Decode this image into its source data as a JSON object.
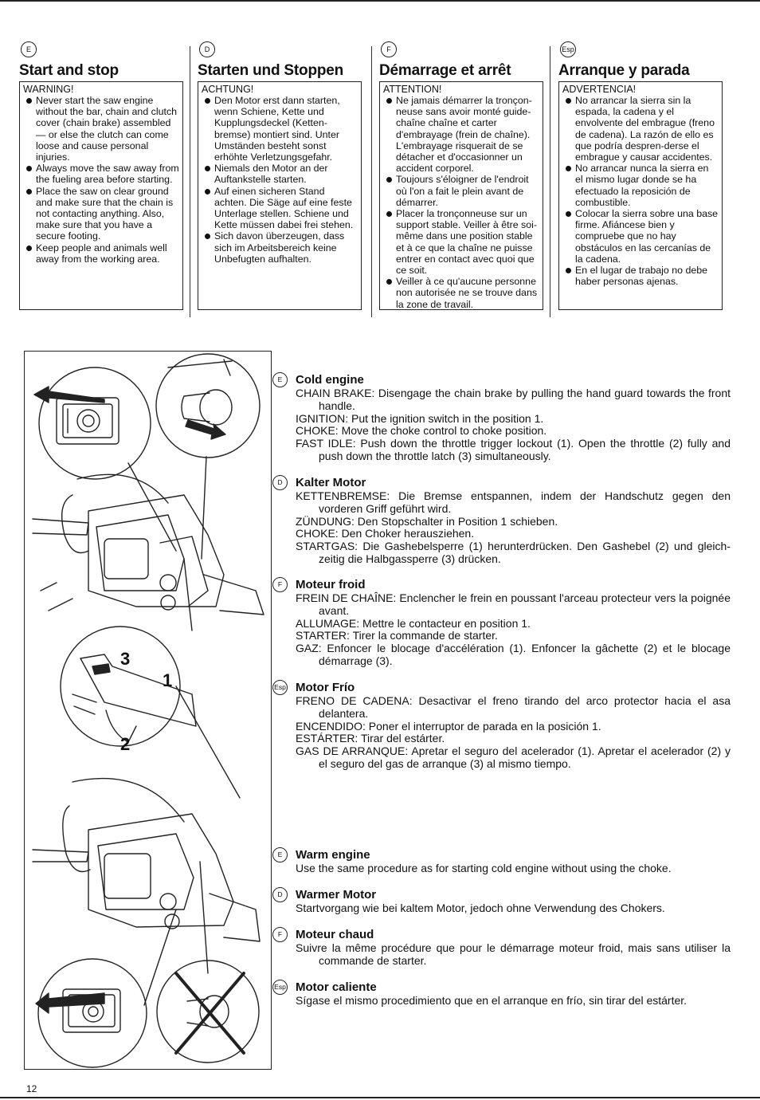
{
  "page_number": "12",
  "columns": [
    {
      "lang": "E",
      "title": "Start and stop",
      "warning_label": "WARNING!",
      "items": [
        "Never start the saw engine without the bar, chain and clutch cover (chain brake) assembled — or else the clutch can come loose and cause personal injuries.",
        "Always move the saw away from the fueling area before starting.",
        "Place the saw on clear ground and make sure that the chain is not contacting anything. Also, make sure that you have a secure footing.",
        "Keep people and animals well away from the working area."
      ]
    },
    {
      "lang": "D",
      "title": "Starten und Stoppen",
      "warning_label": "ACHTUNG!",
      "items": [
        "Den Motor erst dann starten, wenn Schiene, Kette und Kupplungsdeckel (Ketten-bremse) montiert sind. Unter Umständen besteht sonst erhöhte Verletzungsgefahr.",
        "Niemals den Motor an der Auftankstelle starten.",
        "Auf einen sicheren Stand achten. Die Säge auf eine feste Unterlage stellen. Schiene und Kette müssen dabei frei stehen.",
        "Sich davon überzeugen, dass sich im Arbeitsbereich keine Unbefugten aufhalten."
      ]
    },
    {
      "lang": "F",
      "title": "Démarrage et arrêt",
      "warning_label": "ATTENTION!",
      "items": [
        "Ne jamais démarrer la tronçon-neuse sans avoir monté guide-chaîne chaîne et carter d'embrayage (frein de chaîne). L'embrayage risquerait de se détacher et d'occasionner un accident corporel.",
        "Toujours s'éloigner de l'endroit où l'on a fait le plein avant de démarrer.",
        "Placer la tronçonneuse sur un support stable. Veiller à être soi-même dans une position stable et à ce que la chaîne ne puisse entrer en contact avec quoi que ce soit.",
        "Veiller à ce qu'aucune personne non autorisée ne se trouve dans la zone de travail."
      ]
    },
    {
      "lang": "Esp",
      "title": "Arranque y parada",
      "warning_label": "ADVERTENCIA!",
      "items": [
        "No arrancar la sierra sin la espada, la cadena y el envolvente del embrague (freno de cadena). La razón de ello es que podría despren-derse el embrague y causar accidentes.",
        "No arrancar nunca la sierra en el mismo lugar donde se ha efectuado la reposición de combustible.",
        "Colocar la sierra sobre una base firme. Afiáncese bien y compruebe que no hay obstáculos en las cercanías de la cadena.",
        "En el lugar de trabajo no debe haber personas ajenas."
      ]
    }
  ],
  "figure": {
    "labels": [
      "3",
      "1",
      "2"
    ]
  },
  "cold": [
    {
      "lang": "E",
      "title": "Cold engine",
      "lines": [
        "CHAIN BRAKE: Disengage the chain brake by pulling the hand guard towards the front handle.",
        "IGNITION: Put the ignition switch in the position 1.",
        "CHOKE: Move the choke control to choke position.",
        "FAST IDLE: Push down the throttle trigger lockout (1). Open the throttle (2) fully and push down the throttle latch (3) simultaneously."
      ]
    },
    {
      "lang": "D",
      "title": "Kalter Motor",
      "lines": [
        "KETTENBREMSE: Die Bremse entspannen, indem der Handschutz gegen den vorderen Griff geführt wird.",
        "ZÜNDUNG: Den Stopschalter in Position 1 schieben.",
        "CHOKE: Den Choker herausziehen.",
        "STARTGAS: Die Gashebelsperre (1) herunterdrücken. Den Gashebel (2) und gleich-zeitig die Halbgassperre (3) drücken."
      ]
    },
    {
      "lang": "F",
      "title": "Moteur froid",
      "lines": [
        "FREIN DE CHAÎNE: Enclencher le frein en poussant l'arceau protecteur vers la poignée avant.",
        "ALLUMAGE: Mettre le contacteur en position 1.",
        "STARTER: Tirer la commande de starter.",
        "GAZ: Enfoncer le blocage d'accélération (1). Enfoncer la gâchette (2) et le blocage démarrage (3)."
      ]
    },
    {
      "lang": "Esp",
      "title": "Motor Frío",
      "lines": [
        "FRENO DE CADENA: Desactivar el freno tirando del arco protector hacia el asa delantera.",
        "ENCENDIDO: Poner el interruptor de parada en la posición 1.",
        "ESTÁRTER: Tirar del estárter.",
        "GAS DE ARRANQUE: Apretar el seguro del acelerador (1). Apretar el acelerador (2) y el seguro del gas de arranque (3) al mismo tiempo."
      ]
    }
  ],
  "warm": [
    {
      "lang": "E",
      "title": "Warm engine",
      "text": "Use the same procedure as for starting cold engine without using the choke."
    },
    {
      "lang": "D",
      "title": "Warmer Motor",
      "text": "Startvorgang wie bei kaltem Motor, jedoch ohne Verwendung des Chokers."
    },
    {
      "lang": "F",
      "title": "Moteur chaud",
      "text": "Suivre la même procédure que pour le démarrage moteur froid, mais sans utiliser la commande de starter."
    },
    {
      "lang": "Esp",
      "title": "Motor caliente",
      "text": "Sígase el mismo procedimiento que en el arranque en frío, sin tirar del estárter."
    }
  ]
}
